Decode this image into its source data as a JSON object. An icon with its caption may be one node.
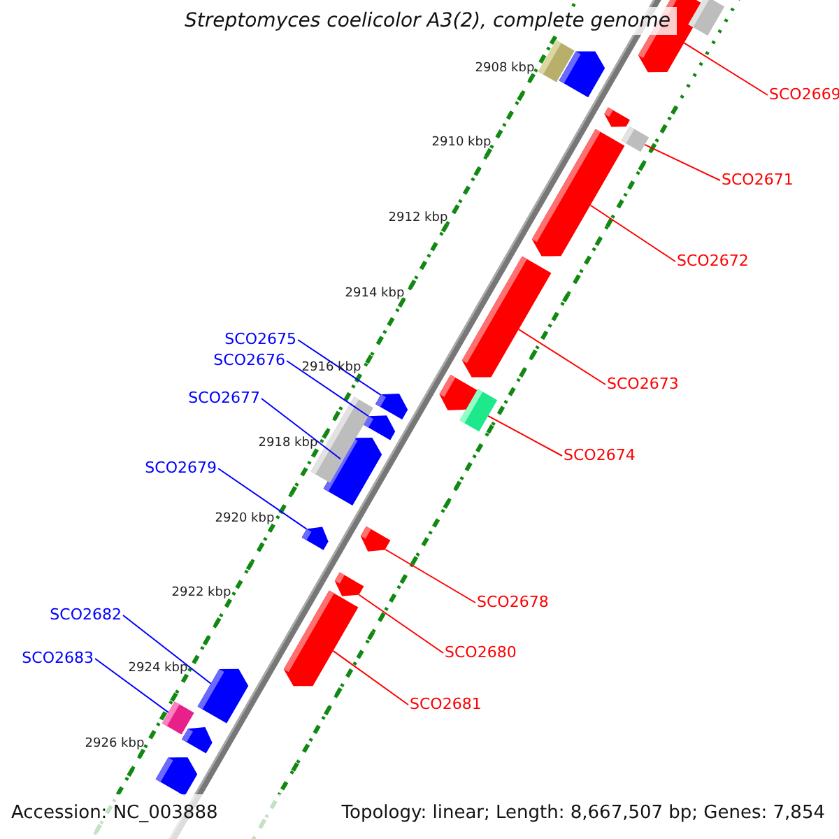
{
  "diagram": {
    "title": "Streptomyces coelicolor A3(2), complete genome",
    "nodes": [
      {
        "text": [
          "SCO2669"
        ]
      },
      {
        "text": [],
        "shape": "arrow"
      },
      {
        "text": [
          "SCO2671"
        ]
      },
      {
        "text": [],
        "shape": "box"
      },
      {
        "text": [
          "SCO2672"
        ]
      },
      {
        "text": [],
        "shape": "arrow"
      },
      {
        "text": [
          "SCO2675"
        ]
      },
      {
        "text": [],
        "shape": "arrow"
      },
      {
        "text": [
          "SCO2676"
        ]
      },
      {
        "text": [],
        "shape": "arrow"
      },
      {
        "text": [
          "SCO2673"
        ]
      },
      {
        "text": [],
        "shape": "arrow"
      },
      {
        "text": [
          "SCO2677"
        ]
      },
      {
        "text": [],
        "shape": "arrow"
      },
      {
        "text": [
          "SCO2674"
        ]
      },
      {
        "text": [],
        "shape": "box"
      },
      {
        "text": [
          "SCO2679"
        ]
      },
      {
        "text": [],
        "shape": "arrow"
      },
      {
        "text": [
          "SCO2678"
        ]
      },
      {
        "text": [],
        "shape": "arrow"
      },
      {
        "text": [
          "SCO2682"
        ]
      },
      {
        "text": [],
        "shape": "arrow"
      },
      {
        "text": [
          "SCO2680"
        ]
      },
      {
        "text": [],
        "shape": "arrow"
      },
      {
        "text": [
          "SCO2683"
        ]
      },
      {
        "text": [],
        "shape": "box"
      },
      {
        "text": [
          "SCO2681"
        ]
      },
      {
        "text": [],
        "shape": "arrow"
      },
      {
        "text": [],
        "shape": "box"
      },
      {
        "text": [],
        "shape": "arrow"
      },
      {
        "text": [],
        "shape": "box"
      },
      {
        "text": [],
        "shape": "arrow"
      },
      {
        "text": [],
        "shape": "arrow"
      },
      {
        "text": [],
        "shape": "box"
      },
      {
        "text": [],
        "shape": "arrow"
      },
      {
        "text": [],
        "shape": "arrow"
      }
    ],
    "edges": [
      {
        "from": 0,
        "to": 1,
        "arrow": "none"
      },
      {
        "from": 2,
        "to": 3,
        "arrow": "none"
      },
      {
        "from": 4,
        "to": 5,
        "arrow": "none"
      },
      {
        "from": 6,
        "to": 7,
        "arrow": "none",
        "color": "#0000ff"
      },
      {
        "from": 8,
        "to": 9,
        "arrow": "none",
        "color": "#0000ff"
      },
      {
        "from": 10,
        "to": 11,
        "arrow": "none"
      },
      {
        "from": 12,
        "to": 13,
        "arrow": "none",
        "color": "#0000ff"
      },
      {
        "from": 14,
        "to": 15,
        "arrow": "none"
      },
      {
        "from": 16,
        "to": 17,
        "arrow": "none",
        "color": "#0000ff"
      },
      {
        "from": 18,
        "to": 19,
        "arrow": "none"
      },
      {
        "from": 20,
        "to": 21,
        "arrow": "none",
        "color": "#0000ff"
      },
      {
        "from": 22,
        "to": 23,
        "arrow": "none"
      },
      {
        "from": 24,
        "to": 25,
        "arrow": "none",
        "color": "#0000ff"
      },
      {
        "from": 26,
        "to": 27,
        "arrow": "none"
      }
    ],
    "labels": [
      "2908 kbp",
      "2910 kbp",
      "2912 kbp",
      "2914 kbp",
      "2916 kbp",
      "2918 kbp",
      "2920 kbp",
      "2922 kbp",
      "2924 kbp",
      "2926 kbp",
      "Accession: NC_003888",
      "Topology: linear; Length: 8,667,507 bp; Genes: 7,854"
    ]
  }
}
